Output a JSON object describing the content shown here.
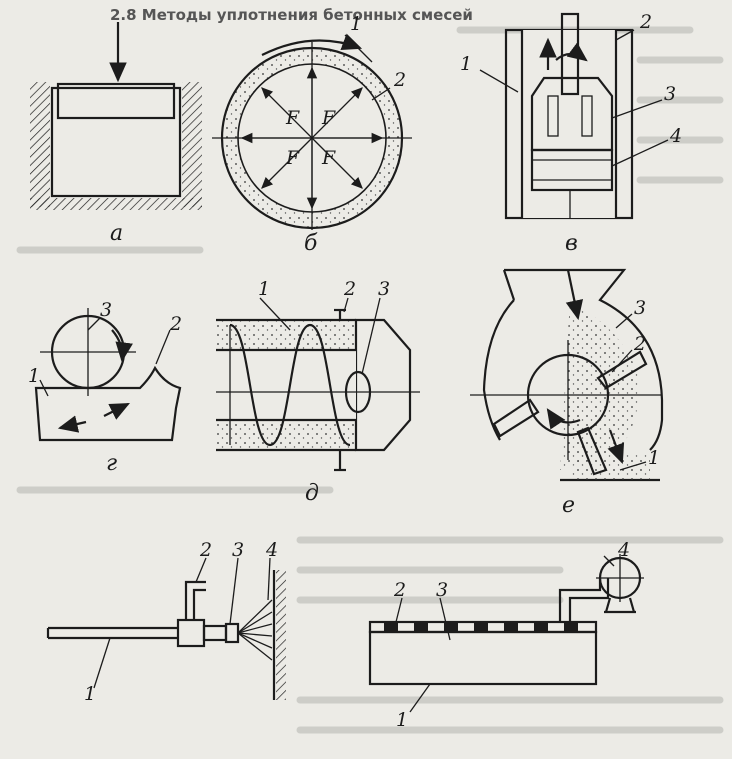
{
  "header": {
    "top_text": "2.8 Методы уплотнения бетонных смесей"
  },
  "panels": {
    "a": {
      "caption": "а"
    },
    "b": {
      "caption": "б",
      "force_label": "F",
      "part_labels": [
        "1",
        "2"
      ]
    },
    "v": {
      "caption": "в",
      "part_labels": [
        "1",
        "2",
        "3",
        "4"
      ]
    },
    "g": {
      "caption": "г",
      "part_labels": [
        "1",
        "2",
        "3"
      ]
    },
    "d": {
      "caption": "д",
      "part_labels": [
        "1",
        "2",
        "3"
      ]
    },
    "e": {
      "caption": "е",
      "part_labels": [
        "1",
        "2",
        "3"
      ]
    },
    "zh": {
      "part_labels": [
        "1",
        "2",
        "3",
        "4"
      ]
    },
    "z": {
      "part_labels": [
        "1",
        "2",
        "3",
        "4"
      ]
    }
  },
  "colors": {
    "ink": "#1c1c1c",
    "paper": "#ecebe6"
  }
}
